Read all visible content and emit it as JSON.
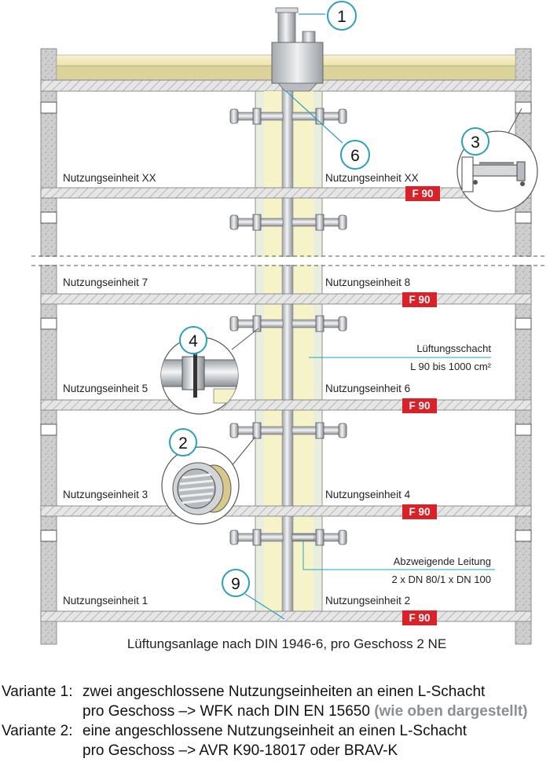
{
  "callouts": [
    "1",
    "2",
    "3",
    "4",
    "6",
    "9"
  ],
  "floors": {
    "left": [
      "Nutzungseinheit XX",
      "Nutzungseinheit 7",
      "Nutzungseinheit 5",
      "Nutzungseinheit 3",
      "Nutzungseinheit 1"
    ],
    "right": [
      "Nutzungseinheit XX",
      "Nutzungseinheit 8",
      "Nutzungseinheit 6",
      "Nutzungseinheit 4",
      "Nutzungseinheit 2"
    ]
  },
  "fire_rating": "F 90",
  "shaft": {
    "label": "Lüftungsschacht",
    "spec": "L 90 bis 1000 cm²"
  },
  "branch": {
    "label": "Abzweigende Leitung",
    "spec": "2 x DN 80/1 x DN 100"
  },
  "caption": "Lüftungsanlage nach DIN 1946-6, pro Geschoss 2 NE",
  "legend": {
    "v1_key": "Variante 1:",
    "v1_line1": "zwei angeschlossene Nutzungseinheiten an einen L-Schacht",
    "v1_line2": "pro Geschoss –> WFK nach DIN EN 15650",
    "v1_note": "(wie oben dargestellt)",
    "v2_key": "Variante 2:",
    "v2_line1": "eine angeschlossene Nutzungseinheit an einen L-Schacht",
    "v2_line2": "pro Geschoss –> AVR K90-18017 oder BRAV-K"
  },
  "colors": {
    "callout": "#2a9fc0",
    "fire_badge": "#d9212a",
    "shaft_fill": "#f7f3c8",
    "concrete": "#c9c9c9"
  }
}
